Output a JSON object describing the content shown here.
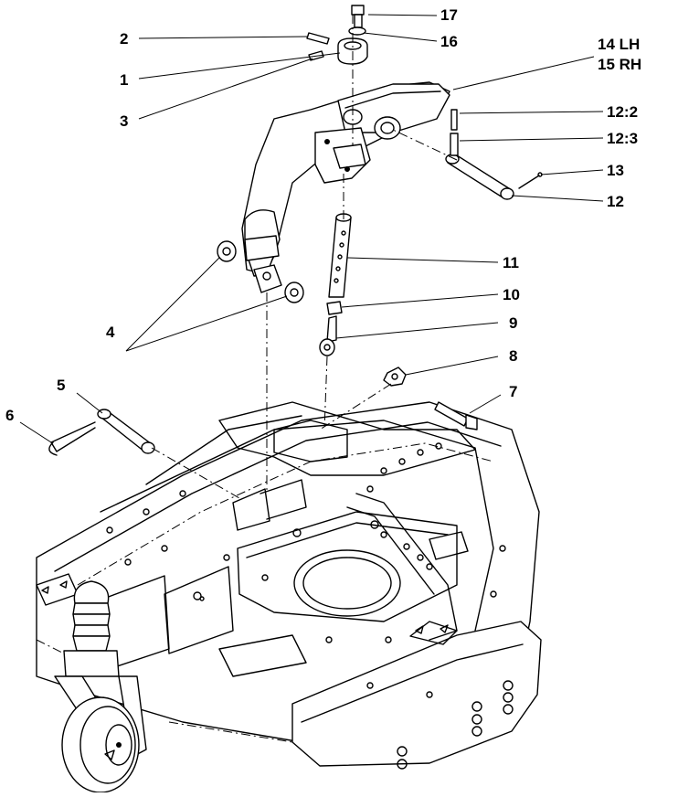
{
  "callouts": [
    {
      "id": "c17",
      "text": "17"
    },
    {
      "id": "c2",
      "text": "2"
    },
    {
      "id": "c16",
      "text": "16"
    },
    {
      "id": "c14",
      "text": "14 LH"
    },
    {
      "id": "c15",
      "text": "15 RH"
    },
    {
      "id": "c1",
      "text": "1"
    },
    {
      "id": "c3",
      "text": "3"
    },
    {
      "id": "c12-2",
      "text": "12:2"
    },
    {
      "id": "c12-3",
      "text": "12:3"
    },
    {
      "id": "c13",
      "text": "13"
    },
    {
      "id": "c12",
      "text": "12"
    },
    {
      "id": "c11",
      "text": "11"
    },
    {
      "id": "c10",
      "text": "10"
    },
    {
      "id": "c9",
      "text": "9"
    },
    {
      "id": "c4",
      "text": "4"
    },
    {
      "id": "c8",
      "text": "8"
    },
    {
      "id": "c5",
      "text": "5"
    },
    {
      "id": "c7",
      "text": "7"
    },
    {
      "id": "c6",
      "text": "6"
    }
  ]
}
